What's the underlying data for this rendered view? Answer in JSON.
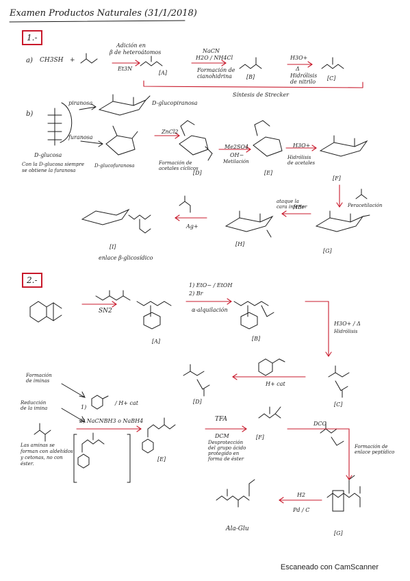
{
  "header": {
    "title": "Examen Productos Naturales (31/1/2018)"
  },
  "section1": {
    "label": "1.-",
    "part_a": {
      "marker": "a)",
      "reagent1": "CH3SH",
      "plus": "+",
      "cond1_top": "Adición en",
      "cond1_mid": "β de heteroátomos",
      "cond1_bottom": "Et3N",
      "product_A": "[A]",
      "cond2_top": "NaCN",
      "cond2_mid": "H2O / NH4Cl",
      "cond2_bottom1": "Formación de",
      "cond2_bottom2": "cianohidrina",
      "product_B": "[B]",
      "cond3_top": "H3O+",
      "cond3_mid": "Δ",
      "cond3_bottom1": "Hidrólisis",
      "cond3_bottom2": "de nitrilo",
      "product_C": "[C]",
      "bracket_label": "Síntesis de Strecker"
    },
    "part_b": {
      "marker": "b)",
      "pyranose": "piranosa",
      "pyranose_name": "D-glucopiranosa",
      "furanose": "furanosa",
      "glucose": "D-glucosa",
      "note1": "Con la D-glucosa siempre",
      "note2": "se obtiene la furanosa",
      "furanose_name": "D-glucofuranosa",
      "reagent_D": "ZnCl2",
      "cond_D1": "Formación de",
      "cond_D2": "acetales cíclicos",
      "product_D": "[D]",
      "reagent_E1": "Me2SO4",
      "reagent_E2": "OH−",
      "cond_E": "Metilación",
      "product_E": "[E]",
      "reagent_F": "H3O+",
      "cond_F1": "Hidrólisis",
      "cond_F2": "de acetales",
      "product_F": "[F]",
      "cond_G": "Peracetilación",
      "product_G": "[G]",
      "reagent_H": "HBr",
      "cond_H1": "ataque la",
      "cond_H2": "cara inferior",
      "product_H": "[H]",
      "reagent_I": "Ag+",
      "product_I": "[I]",
      "final_note": "enlace β-glicosídico"
    }
  },
  "section2": {
    "label": "2.-",
    "cond_A": "SN2",
    "product_A": "[A]",
    "cond_B1": "1) EtO− / EtOH",
    "cond_B2": "2) Br",
    "cond_B3": "α-alquilación",
    "product_B": "[B]",
    "cond_C1": "H3O+ / Δ",
    "cond_C2": "Hidrólisis",
    "product_C": "[C]",
    "cond_D": "H+ cat",
    "product_D": "[D]",
    "note_imine1": "Formación",
    "note_imine2": "de iminas",
    "note_red1": "Reducción",
    "note_red2": "de la imina",
    "cond_E1": "1)",
    "cond_E1b": "/ H+ cat",
    "cond_E2": "2) NaCNBH3 o NaBH4",
    "product_E": "[E]",
    "note_aminas1": "Las aminas se",
    "note_aminas2": "forman con aldehídos",
    "note_aminas3": "y cetonas, no con",
    "note_aminas4": "éster.",
    "cond_F1": "TFA",
    "cond_F2": "DCM",
    "cond_F3": "Desprotección",
    "cond_F4": "del grupo ácido",
    "cond_F5": "protegido en",
    "cond_F6": "forma de éster",
    "product_F": "[F]",
    "cond_G1": "DCC",
    "cond_G2": "Formación de",
    "cond_G3": "enlace peptídico",
    "product_G": "[G]",
    "cond_H1": "H2",
    "cond_H2": "Pd / C",
    "product_H": "Ala-Glu"
  },
  "footer": {
    "scanner": "Escaneado con CamScanner"
  },
  "colors": {
    "ink": "#1a1a1a",
    "red": "#c8192b"
  }
}
